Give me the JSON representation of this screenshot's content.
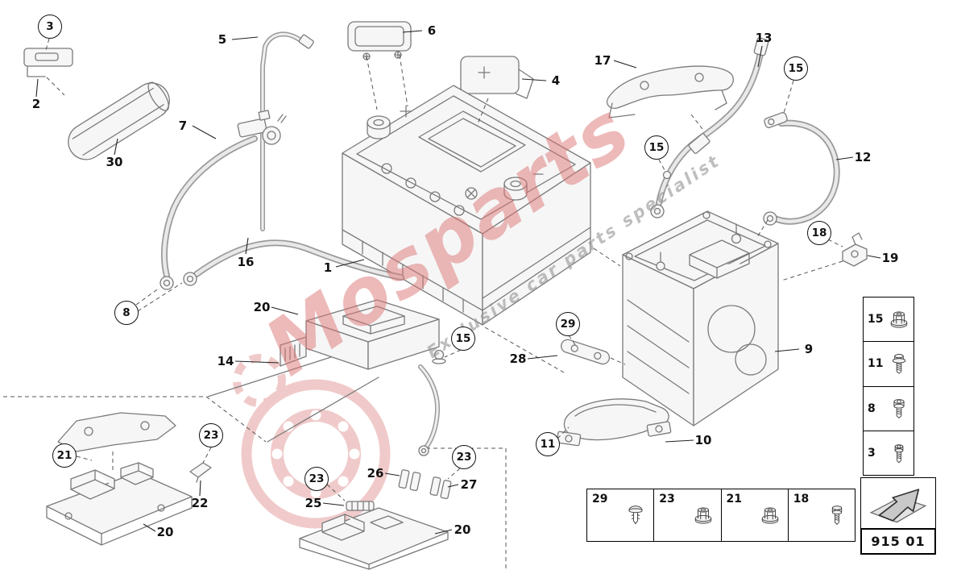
{
  "watermark": {
    "brand": "Mosparts",
    "tagline": "Exclusive car parts specialist"
  },
  "nav": {
    "page_code": "915 01",
    "icon": "page-arrow"
  },
  "callouts": {
    "1": "1",
    "2": "2",
    "3": "3",
    "4": "4",
    "5": "5",
    "6": "6",
    "7": "7",
    "8": "8",
    "9": "9",
    "10": "10",
    "11": "11",
    "12": "12",
    "13": "13",
    "14": "14",
    "15": "15",
    "16": "16",
    "17": "17",
    "18": "18",
    "19": "19",
    "20": "20",
    "21": "21",
    "22": "22",
    "23": "23",
    "25": "25",
    "26": "26",
    "27": "27",
    "28": "28",
    "29": "29",
    "30": "30"
  },
  "fastener_table_right": {
    "rows": [
      {
        "label": "15",
        "icon": "flange-nut"
      },
      {
        "label": "11",
        "icon": "hex-flange-bolt"
      },
      {
        "label": "8",
        "icon": "socket-head-bolt"
      },
      {
        "label": "3",
        "icon": "torx-screw"
      }
    ]
  },
  "fastener_table_bottom": {
    "cells": [
      {
        "label": "29",
        "icon": "expanding-rivet"
      },
      {
        "label": "23",
        "icon": "flange-nut"
      },
      {
        "label": "21",
        "icon": "flange-nut"
      },
      {
        "label": "18",
        "icon": "hex-bolt"
      }
    ]
  }
}
